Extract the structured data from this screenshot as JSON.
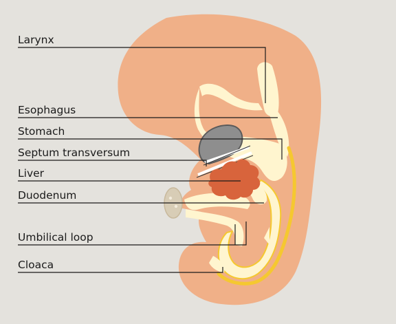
{
  "diagram": {
    "labels": {
      "larynx": "Larynx",
      "esophagus": "Esophagus",
      "stomach": "Stomach",
      "septum": "Septum transversum",
      "liver": "Liver",
      "duodenum": "Duodenum",
      "umbilical_loop": "Umbilical loop",
      "cloaca": "Cloaca"
    },
    "colors": {
      "background": "#e4e2dd",
      "body": "#f0b088",
      "gut": "#fff5cf",
      "gut_outline": "#f5c830",
      "stomach": "#8e8e8e",
      "liver": "#d8643c",
      "yolk_stalk": "#d8cdb6"
    }
  }
}
